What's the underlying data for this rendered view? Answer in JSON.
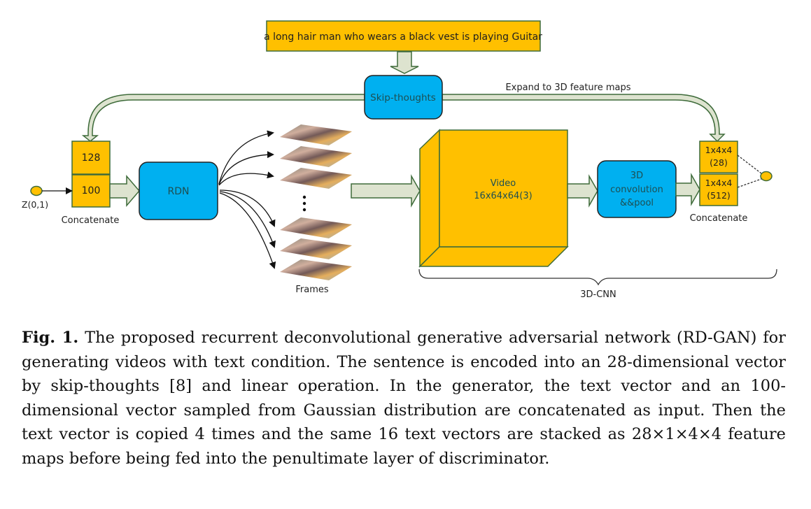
{
  "diagram": {
    "sentence_box": "a long hair man who wears a black vest is playing Guitar",
    "skip_thoughts": "Skip-thoughts",
    "expand_label": "Expand to 3D feature maps",
    "generator": {
      "concat_top": "128",
      "concat_bottom": "100",
      "concat_label": "Concatenate",
      "noise_label": "Z(0,1)",
      "rdn_label": "RDN",
      "frames_label": "Frames",
      "frames_ellipsis": "⋮"
    },
    "discriminator": {
      "video_line1": "Video",
      "video_line2": "16x64x64(3)",
      "conv_line1": "3D",
      "conv_line2": "convolution",
      "conv_line3": "&&pool",
      "feat_top_line1": "1x4x4",
      "feat_top_line2": "(28)",
      "feat_bottom_line1": "1x4x4",
      "feat_bottom_line2": "(512)",
      "concat_label": "Concatenate",
      "brace_label": "3D-CNN"
    },
    "colors": {
      "orange": "#FFC000",
      "blue": "#00B0F0",
      "arrow_fill": "#DDE3CF",
      "arrow_stroke": "#3E6B3A",
      "box_stroke": "#3E6B3A"
    }
  },
  "caption": {
    "label": "Fig. 1.",
    "text": "The proposed recurrent deconvolutional generative adversarial network (RD-GAN) for generating videos with text condition. The sentence is encoded into an 28-dimensional vector by skip-thoughts [8] and linear operation. In the generator, the text vector and an 100-dimensional vector sampled from Gaussian distribution are concatenated as input. Then the text vector is copied 4 times and the same 16 text vectors are stacked as 28×1×4×4 feature maps before being fed into the penultimate layer of discriminator."
  }
}
